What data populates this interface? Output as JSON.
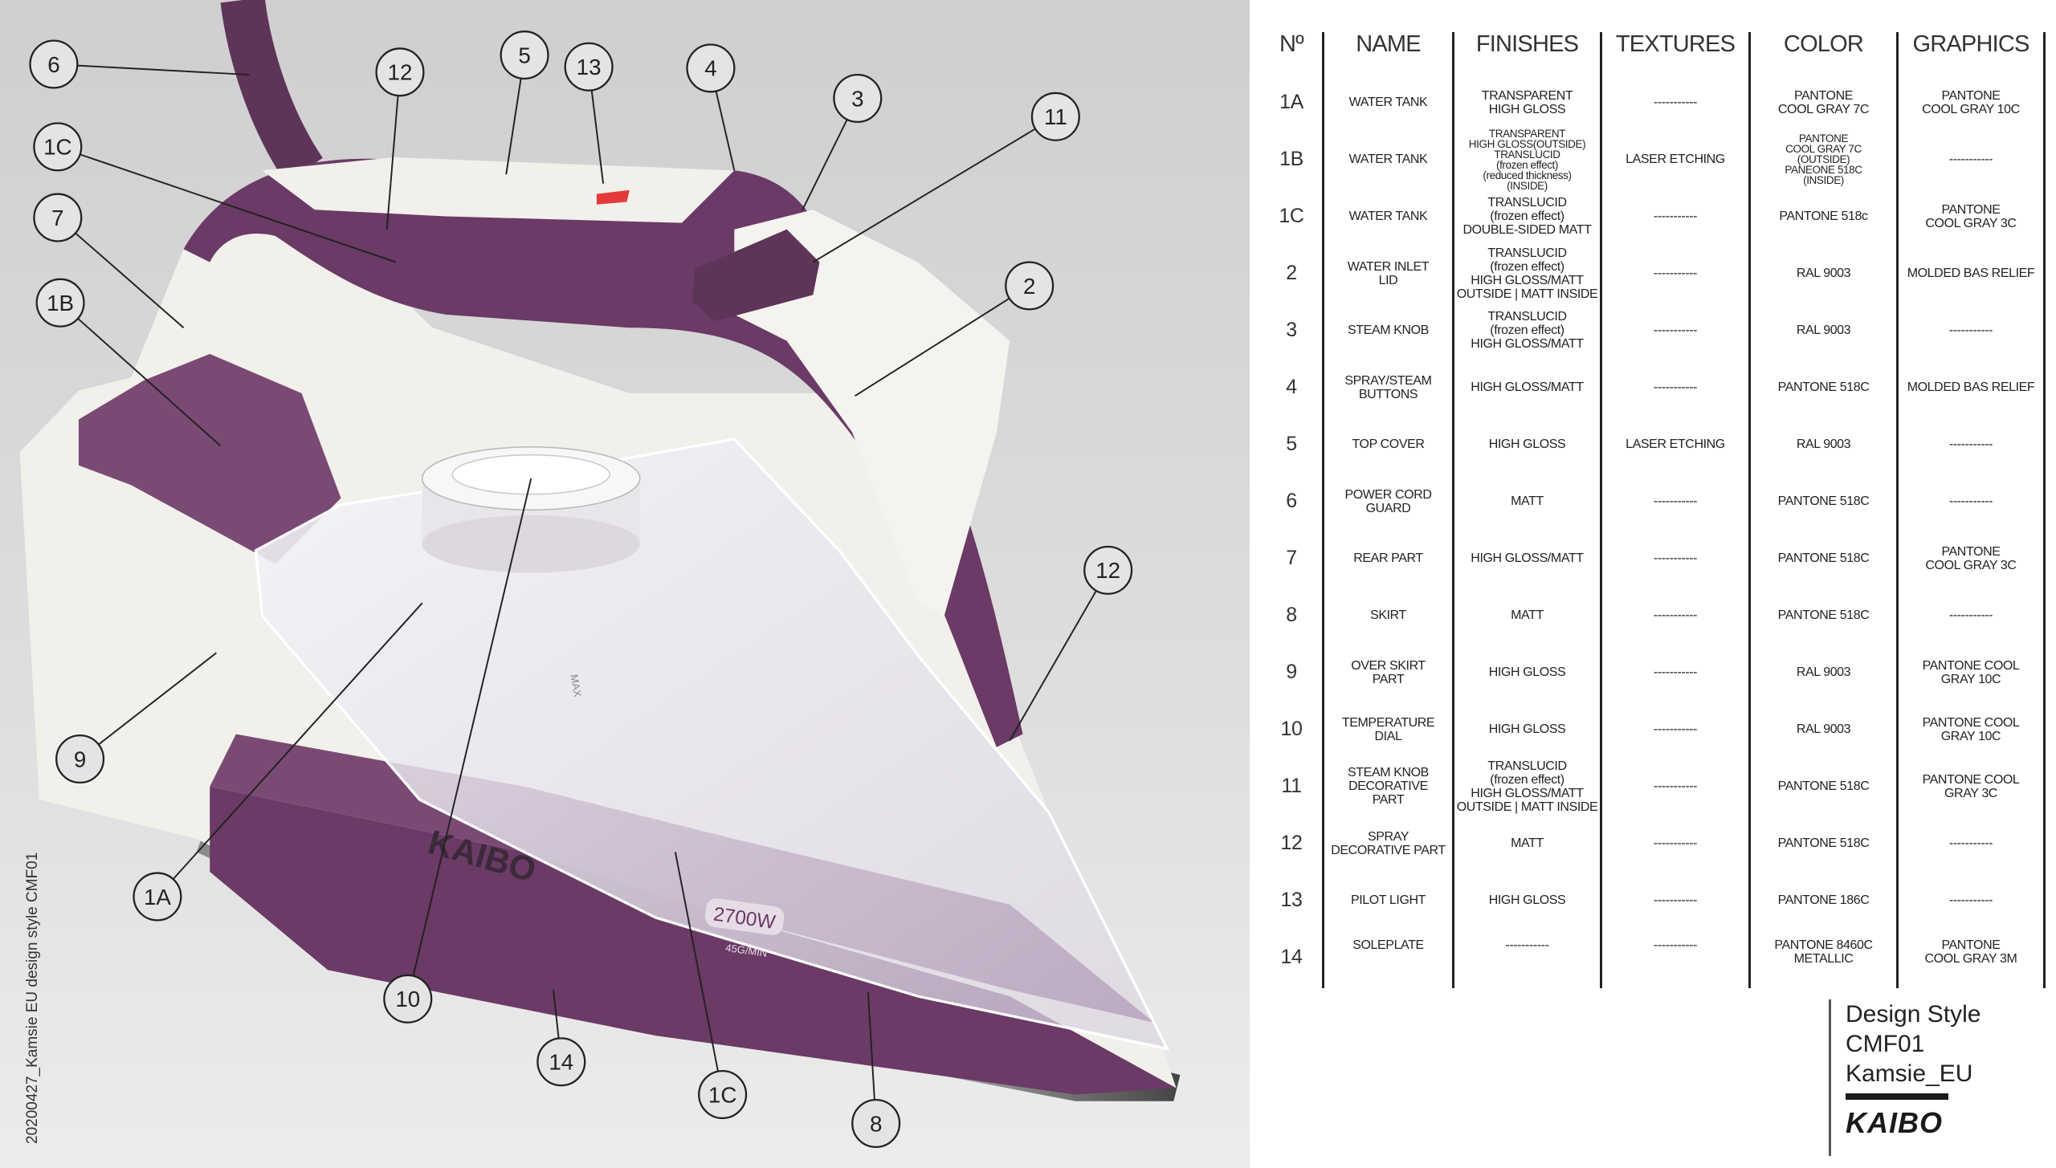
{
  "side_caption": "20200427_Kamsie EU design style CMF01",
  "product": {
    "brand_on_iron": "KAIBO",
    "wattage_badge": "2700W",
    "steam_rate": "45G/MIN",
    "max_mark": "MAX"
  },
  "callouts": [
    "6",
    "12",
    "5",
    "13",
    "4",
    "3",
    "11",
    "1C",
    "7",
    "1B",
    "2",
    "12",
    "9",
    "1A",
    "10",
    "14",
    "1C",
    "8"
  ],
  "table": {
    "headers": [
      "Nº",
      "NAME",
      "FINISHES",
      "TEXTURES",
      "COLOR",
      "GRAPHICS"
    ],
    "rows": [
      {
        "no": "1A",
        "name": "WATER TANK",
        "finishes": "TRANSPARENT\nHIGH GLOSS",
        "textures": "-----------",
        "color": "PANTONE\nCOOL GRAY 7C",
        "graphics": "PANTONE\nCOOL GRAY 10C"
      },
      {
        "no": "1B",
        "name": "WATER TANK",
        "finishes": "TRANSPARENT\nHIGH GLOSS(OUTSIDE)\nTRANSLUCID\n(frozen effect)\n(reduced thickness)\n(INSIDE)",
        "textures": "LASER ETCHING",
        "color": "PANTONE\nCOOL GRAY 7C\n(OUTSIDE)\nPANEONE 518C\n(INSIDE)",
        "graphics": "-----------"
      },
      {
        "no": "1C",
        "name": "WATER TANK",
        "finishes": "TRANSLUCID\n(frozen effect)\nDOUBLE-SIDED MATT",
        "textures": "-----------",
        "color": "PANTONE 518c",
        "graphics": "PANTONE\nCOOL GRAY 3C"
      },
      {
        "no": "2",
        "name": "WATER INLET\nLID",
        "finishes": "TRANSLUCID\n(frozen effect)\nHIGH GLOSS/MATT\nOUTSIDE | MATT INSIDE",
        "textures": "-----------",
        "color": "RAL 9003",
        "graphics": "MOLDED BAS RELIEF"
      },
      {
        "no": "3",
        "name": "STEAM KNOB",
        "finishes": "TRANSLUCID\n(frozen effect)\nHIGH GLOSS/MATT",
        "textures": "-----------",
        "color": "RAL 9003",
        "graphics": "-----------"
      },
      {
        "no": "4",
        "name": "SPRAY/STEAM\nBUTTONS",
        "finishes": "HIGH GLOSS/MATT",
        "textures": "-----------",
        "color": "PANTONE 518C",
        "graphics": "MOLDED BAS RELIEF"
      },
      {
        "no": "5",
        "name": "TOP COVER",
        "finishes": "HIGH GLOSS",
        "textures": "LASER ETCHING",
        "color": "RAL 9003",
        "graphics": "-----------"
      },
      {
        "no": "6",
        "name": "POWER CORD\nGUARD",
        "finishes": "MATT",
        "textures": "-----------",
        "color": "PANTONE 518C",
        "graphics": "-----------"
      },
      {
        "no": "7",
        "name": "REAR PART",
        "finishes": "HIGH GLOSS/MATT",
        "textures": "-----------",
        "color": "PANTONE 518C",
        "graphics": "PANTONE\nCOOL GRAY 3C"
      },
      {
        "no": "8",
        "name": "SKIRT",
        "finishes": "MATT",
        "textures": "-----------",
        "color": "PANTONE 518C",
        "graphics": "-----------"
      },
      {
        "no": "9",
        "name": "OVER SKIRT\nPART",
        "finishes": "HIGH GLOSS",
        "textures": "-----------",
        "color": "RAL 9003",
        "graphics": "PANTONE COOL\nGRAY 10C"
      },
      {
        "no": "10",
        "name": "TEMPERATURE\nDIAL",
        "finishes": "HIGH GLOSS",
        "textures": "-----------",
        "color": "RAL 9003",
        "graphics": "PANTONE COOL\nGRAY 10C"
      },
      {
        "no": "11",
        "name": "STEAM KNOB\nDECORATIVE\nPART",
        "finishes": "TRANSLUCID\n(frozen effect)\nHIGH GLOSS/MATT\nOUTSIDE | MATT INSIDE",
        "textures": "-----------",
        "color": "PANTONE 518C",
        "graphics": "PANTONE COOL\nGRAY 3C"
      },
      {
        "no": "12",
        "name": "SPRAY\nDECORATIVE PART",
        "finishes": "MATT",
        "textures": "-----------",
        "color": "PANTONE 518C",
        "graphics": "-----------"
      },
      {
        "no": "13",
        "name": "PILOT LIGHT",
        "finishes": "HIGH GLOSS",
        "textures": "-----------",
        "color": "PANTONE 186C",
        "graphics": "-----------"
      },
      {
        "no": "14",
        "name": "SOLEPLATE",
        "finishes": "-----------",
        "textures": "-----------",
        "color": "PANTONE 8460C\nMETALLIC",
        "graphics": "PANTONE\nCOOL GRAY 3M"
      }
    ]
  },
  "brand_block": {
    "line1": "Design Style",
    "line2": "CMF01",
    "line3": "Kamsie_EU",
    "logo": "KAIBO"
  },
  "colors": {
    "purple": "#6b3a66",
    "purple_light": "#a77fa6",
    "white_body": "#f2f0ea",
    "background": "#d9d9d9"
  }
}
